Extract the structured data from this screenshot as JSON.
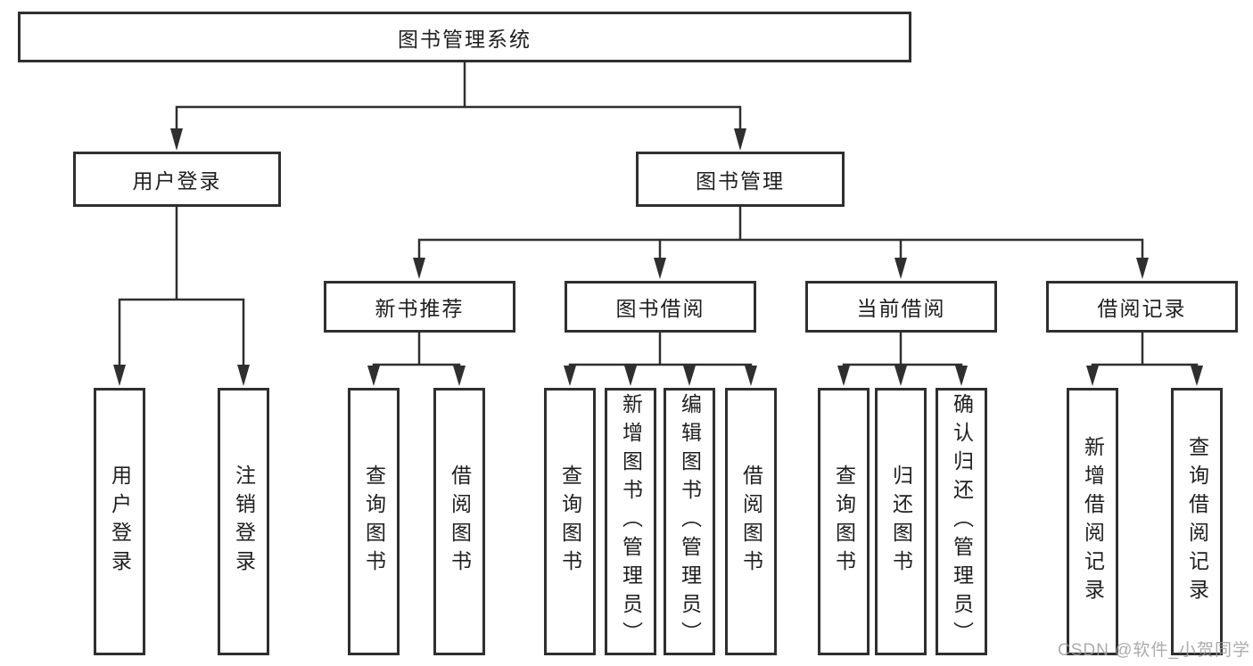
{
  "nodes": {
    "root": "图书管理系统",
    "user": "用户登录",
    "book": "图书管理",
    "user_leaves": [
      "用户登录",
      "注销登录"
    ],
    "sub": [
      "新书推荐",
      "图书借阅",
      "当前借阅",
      "借阅记录"
    ],
    "sub_leaves": [
      [
        "查询图书",
        "借阅图书"
      ],
      [
        "查询图书",
        "新增图书（管理员）",
        "编辑图书（管理员）",
        "借阅图书"
      ],
      [
        "查询图书",
        "归还图书",
        "确认归还（管理员）"
      ],
      [
        "新增借阅记录",
        "查询借阅记录"
      ]
    ]
  },
  "watermark": "CSDN @软件_小贺同学",
  "colors": {
    "line": "#2f2f2f",
    "text": "#1f1f1f",
    "watermark": "#9e9e9e",
    "background": "#ffffff"
  }
}
